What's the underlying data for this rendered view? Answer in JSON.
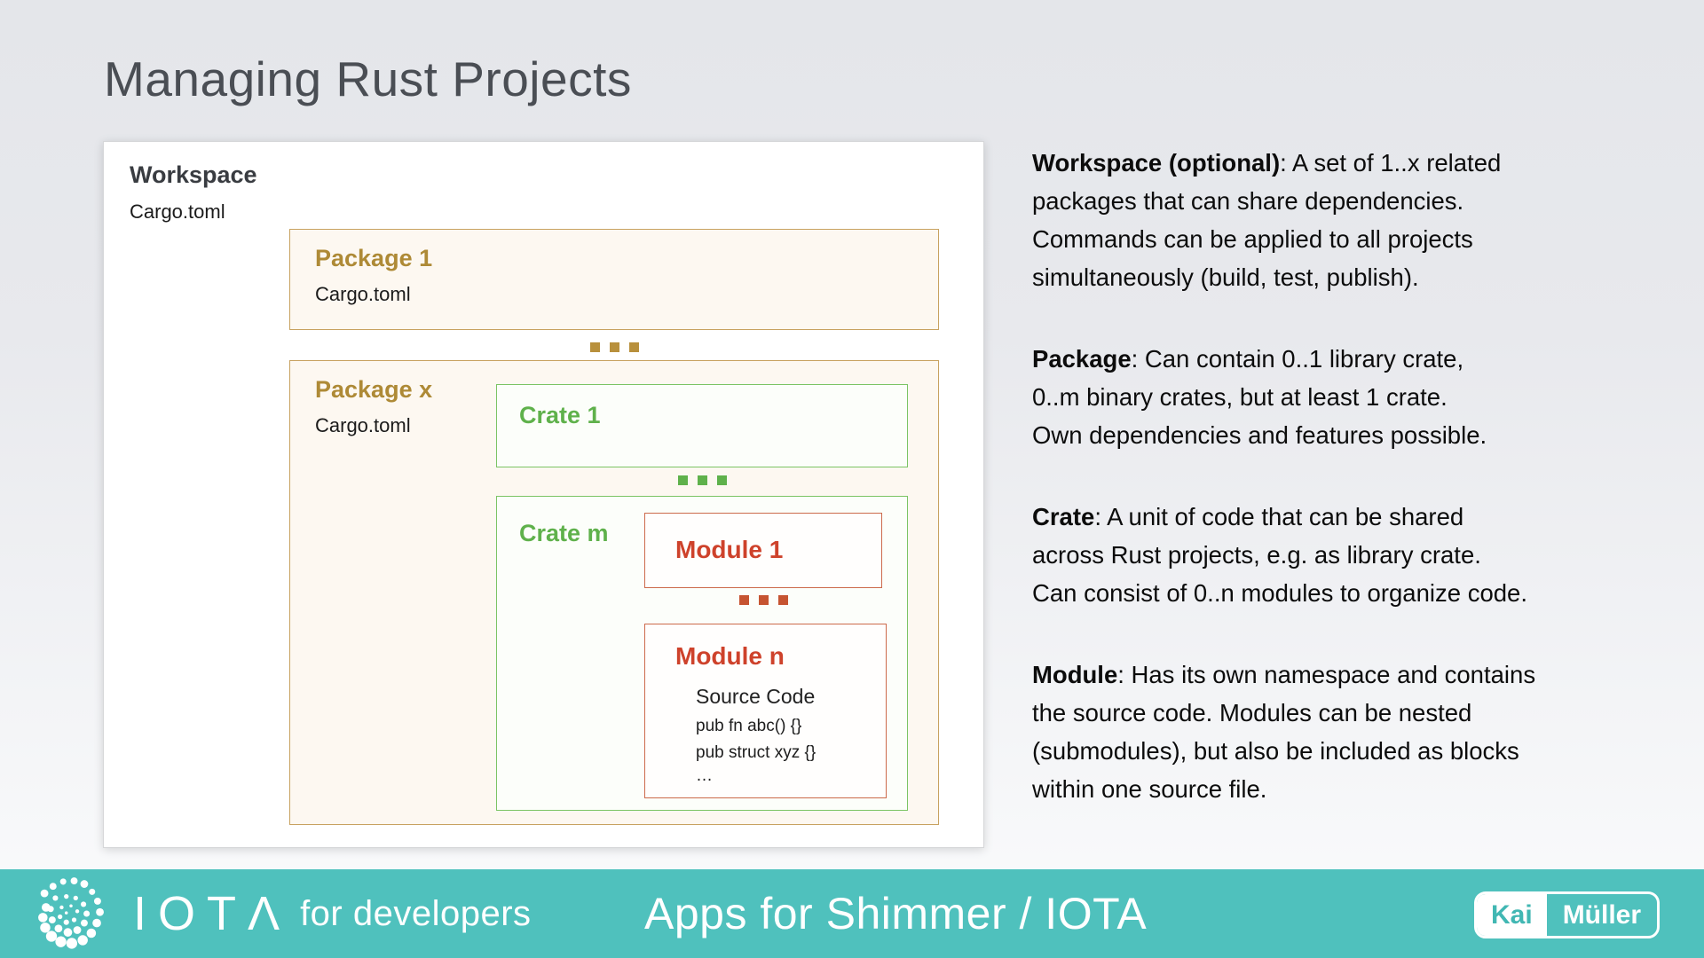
{
  "slide": {
    "title": "Managing Rust Projects"
  },
  "diagram": {
    "workspace": {
      "label": "Workspace",
      "file": "Cargo.toml"
    },
    "package1": {
      "label": "Package 1",
      "file": "Cargo.toml"
    },
    "package_x": {
      "label": "Package x",
      "file": "Cargo.toml"
    },
    "crate1": {
      "label": "Crate 1"
    },
    "crate_m": {
      "label": "Crate m"
    },
    "module1": {
      "label": "Module 1"
    },
    "module_n": {
      "label": "Module n",
      "source_title": "Source Code",
      "code_line1": "pub fn abc() {}",
      "code_line2": "pub struct xyz {}",
      "code_line3": "…"
    }
  },
  "definitions": [
    {
      "term": "Workspace (optional)",
      "rest": ": A set of 1..x related\npackages that can share dependencies.\nCommands can be applied to all projects\nsimultaneously (build, test, publish)."
    },
    {
      "term": "Package",
      "rest": ": Can contain 0..1 library crate,\n0..m binary crates, but at least 1 crate.\nOwn dependencies and features possible."
    },
    {
      "term": "Crate",
      "rest": ": A unit of code that can be shared\nacross Rust projects, e.g. as library crate.\nCan consist of 0..n modules to organize code."
    },
    {
      "term": "Module",
      "rest": ": Has its own namespace and contains\nthe source code. Modules can be nested\n(submodules), but also be included as blocks\nwithin one source file."
    }
  ],
  "footer": {
    "logo_text": "IOTΛ",
    "logo_suffix": "for developers",
    "center_text": "Apps for Shimmer / IOTA",
    "badge": {
      "first_name": "Kai",
      "last_name": "Müller"
    }
  },
  "colors": {
    "accent_teal": "#4fc1bd",
    "package_gold": "#ae8a36",
    "crate_green": "#5fb14b",
    "module_red": "#ce422b"
  }
}
